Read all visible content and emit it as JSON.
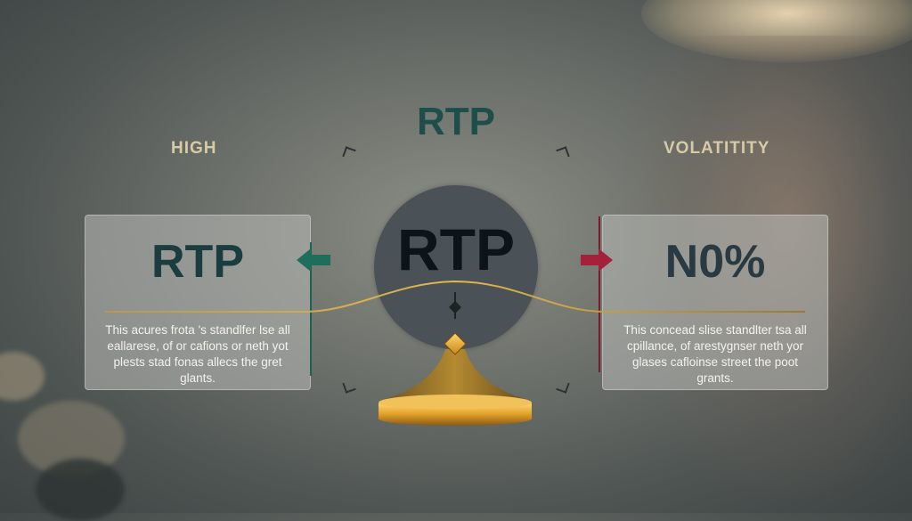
{
  "labels": {
    "left_heading": "HIGH",
    "right_heading": "VOLATITITY",
    "top_title": "RTP",
    "center_circle": "RTP"
  },
  "left_card": {
    "value": "RTP",
    "description": "This acures frota 's standlfer lse all eallarese, of or cafions or neth yot plests stad fonas allecs the gret glants."
  },
  "right_card": {
    "value": "N0%",
    "description": "This concead slise standlter tsa all cpillance, of arestygnser neth yor glases cafloinse street the poot grants."
  },
  "colors": {
    "left_accent": "#1f6e5c",
    "right_accent": "#a3213a",
    "gold": "#d9a53a",
    "title": "#1e4e4a",
    "label": "#d6cba6"
  }
}
